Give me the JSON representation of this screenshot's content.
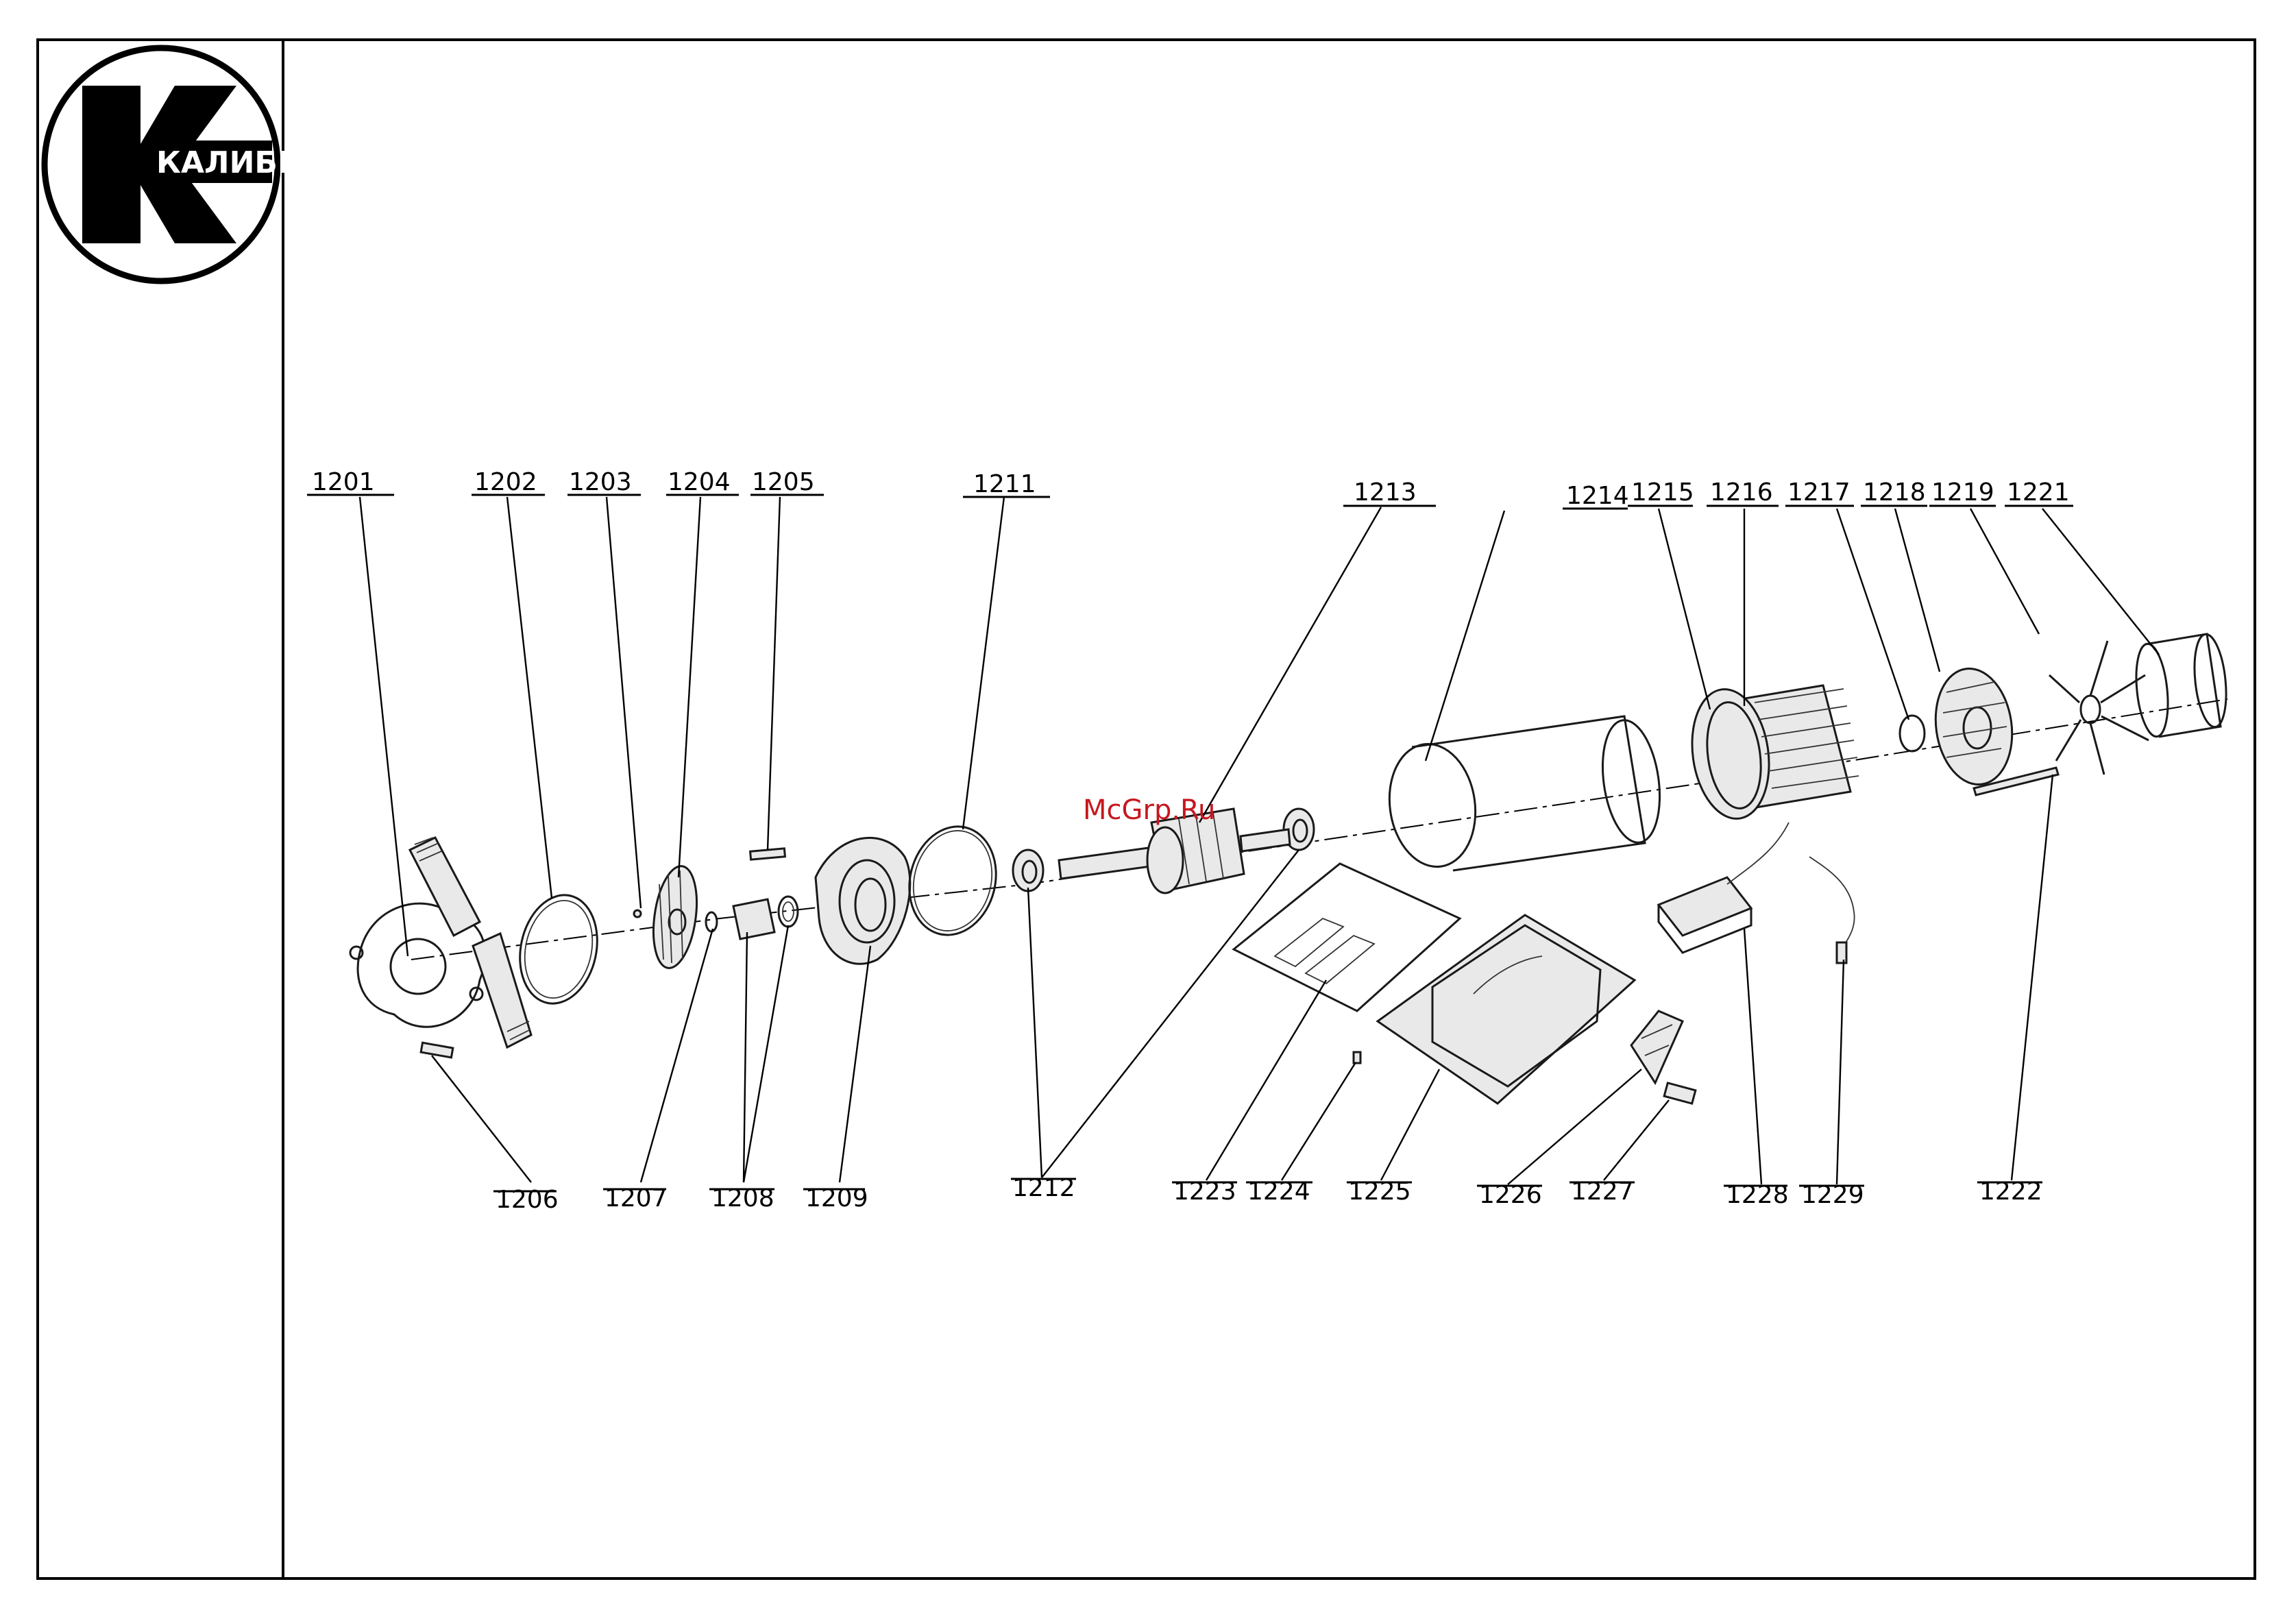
{
  "logo": {
    "text": "КАЛИБР"
  },
  "watermark": "McGrp.Ru",
  "colors": {
    "ink": "#000000",
    "watermark": "#c8161d",
    "paper": "#ffffff"
  },
  "labels": [
    {
      "id": "1201",
      "text": "1201"
    },
    {
      "id": "1202",
      "text": "1202"
    },
    {
      "id": "1203",
      "text": "1203"
    },
    {
      "id": "1204",
      "text": "1204"
    },
    {
      "id": "1205",
      "text": "1205"
    },
    {
      "id": "1211",
      "text": "1211"
    },
    {
      "id": "1213",
      "text": "1213"
    },
    {
      "id": "1214",
      "text": "1214"
    },
    {
      "id": "1215",
      "text": "1215"
    },
    {
      "id": "1216",
      "text": "1216"
    },
    {
      "id": "1217",
      "text": "1217"
    },
    {
      "id": "1218",
      "text": "1218"
    },
    {
      "id": "1219",
      "text": "1219"
    },
    {
      "id": "1221",
      "text": "1221"
    },
    {
      "id": "1206",
      "text": "1206"
    },
    {
      "id": "1207",
      "text": "1207"
    },
    {
      "id": "1208",
      "text": "1208"
    },
    {
      "id": "1209",
      "text": "1209"
    },
    {
      "id": "1212",
      "text": "1212"
    },
    {
      "id": "1223",
      "text": "1223"
    },
    {
      "id": "1224",
      "text": "1224"
    },
    {
      "id": "1225",
      "text": "1225"
    },
    {
      "id": "1226",
      "text": "1226"
    },
    {
      "id": "1227",
      "text": "1227"
    },
    {
      "id": "1228",
      "text": "1228"
    },
    {
      "id": "1229",
      "text": "1229"
    },
    {
      "id": "1222",
      "text": "1222"
    }
  ]
}
